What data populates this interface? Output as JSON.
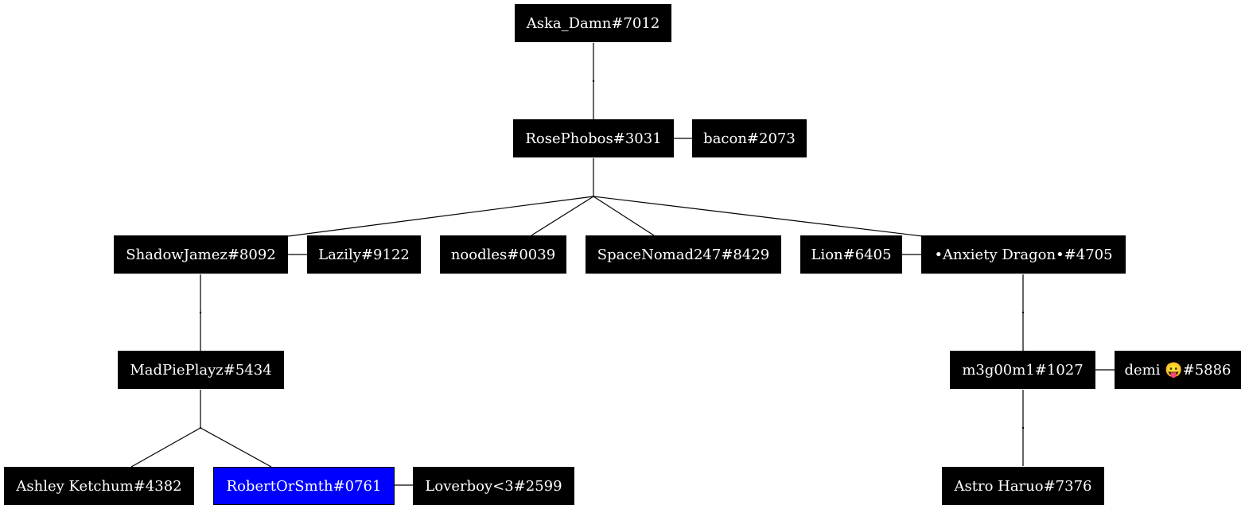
{
  "colors": {
    "node_fill": "#000000",
    "node_text": "#ffffff",
    "highlight_fill": "#0000ff",
    "edge": "#000000"
  },
  "nodes": {
    "aska": "Aska_Damn#7012",
    "rose": "RosePhobos#3031",
    "bacon": "bacon#2073",
    "shadow": "ShadowJamez#8092",
    "lazily": "Lazily#9122",
    "noodles": "noodles#0039",
    "spacenomad": "SpaceNomad247#8429",
    "lion": "Lion#6405",
    "anxiety": "•Anxiety Dragon•#4705",
    "madpie": "MadPiePlayz#5434",
    "m3g": "m3g00m1#1027",
    "demi": "demi 😛#5886",
    "ashley": "Ashley Ketchum#4382",
    "robert": "RobertOrSmth#0761",
    "loverboy": "Loverboy<3#2599",
    "astro": "Astro Haruo#7376"
  },
  "highlighted_node": "RobertOrSmth#0761"
}
